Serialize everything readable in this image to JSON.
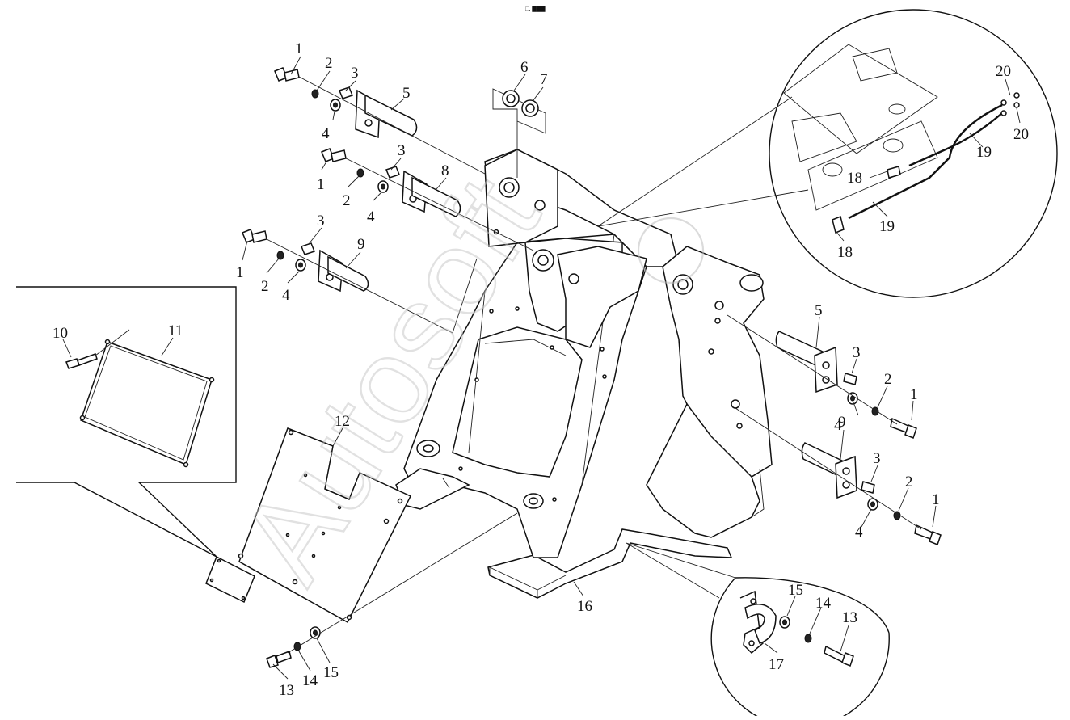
{
  "header": {
    "mark": "□․ ▇▇▇"
  },
  "watermark": {
    "text": "Autosoft"
  },
  "labels": [
    {
      "id": "l1a",
      "text": "1"
    },
    {
      "id": "l2a",
      "text": "2"
    },
    {
      "id": "l3a",
      "text": "3"
    },
    {
      "id": "l4a",
      "text": "4"
    },
    {
      "id": "l5a",
      "text": "5"
    },
    {
      "id": "l6",
      "text": "6"
    },
    {
      "id": "l7",
      "text": "7"
    },
    {
      "id": "l1b",
      "text": "1"
    },
    {
      "id": "l2b",
      "text": "2"
    },
    {
      "id": "l3b",
      "text": "3"
    },
    {
      "id": "l4b",
      "text": "4"
    },
    {
      "id": "l8",
      "text": "8"
    },
    {
      "id": "l1c",
      "text": "1"
    },
    {
      "id": "l2c",
      "text": "2"
    },
    {
      "id": "l3c",
      "text": "3"
    },
    {
      "id": "l4c",
      "text": "4"
    },
    {
      "id": "l9a",
      "text": "9"
    },
    {
      "id": "l10",
      "text": "10"
    },
    {
      "id": "l11",
      "text": "11"
    },
    {
      "id": "l12",
      "text": "12"
    },
    {
      "id": "l13a",
      "text": "13"
    },
    {
      "id": "l14a",
      "text": "14"
    },
    {
      "id": "l15a",
      "text": "15"
    },
    {
      "id": "l16",
      "text": "16"
    },
    {
      "id": "l17",
      "text": "17"
    },
    {
      "id": "l15b",
      "text": "15"
    },
    {
      "id": "l14b",
      "text": "14"
    },
    {
      "id": "l13b",
      "text": "13"
    },
    {
      "id": "l5b",
      "text": "5"
    },
    {
      "id": "l3d",
      "text": "3"
    },
    {
      "id": "l2d",
      "text": "2"
    },
    {
      "id": "l4d",
      "text": "4"
    },
    {
      "id": "l1d",
      "text": "1"
    },
    {
      "id": "l9b",
      "text": "9"
    },
    {
      "id": "l3e",
      "text": "3"
    },
    {
      "id": "l2e",
      "text": "2"
    },
    {
      "id": "l4e",
      "text": "4"
    },
    {
      "id": "l1e",
      "text": "1"
    },
    {
      "id": "l18a",
      "text": "18"
    },
    {
      "id": "l18b",
      "text": "18"
    },
    {
      "id": "l19a",
      "text": "19"
    },
    {
      "id": "l19b",
      "text": "19"
    },
    {
      "id": "l20a",
      "text": "20"
    },
    {
      "id": "l20b",
      "text": "20"
    }
  ]
}
